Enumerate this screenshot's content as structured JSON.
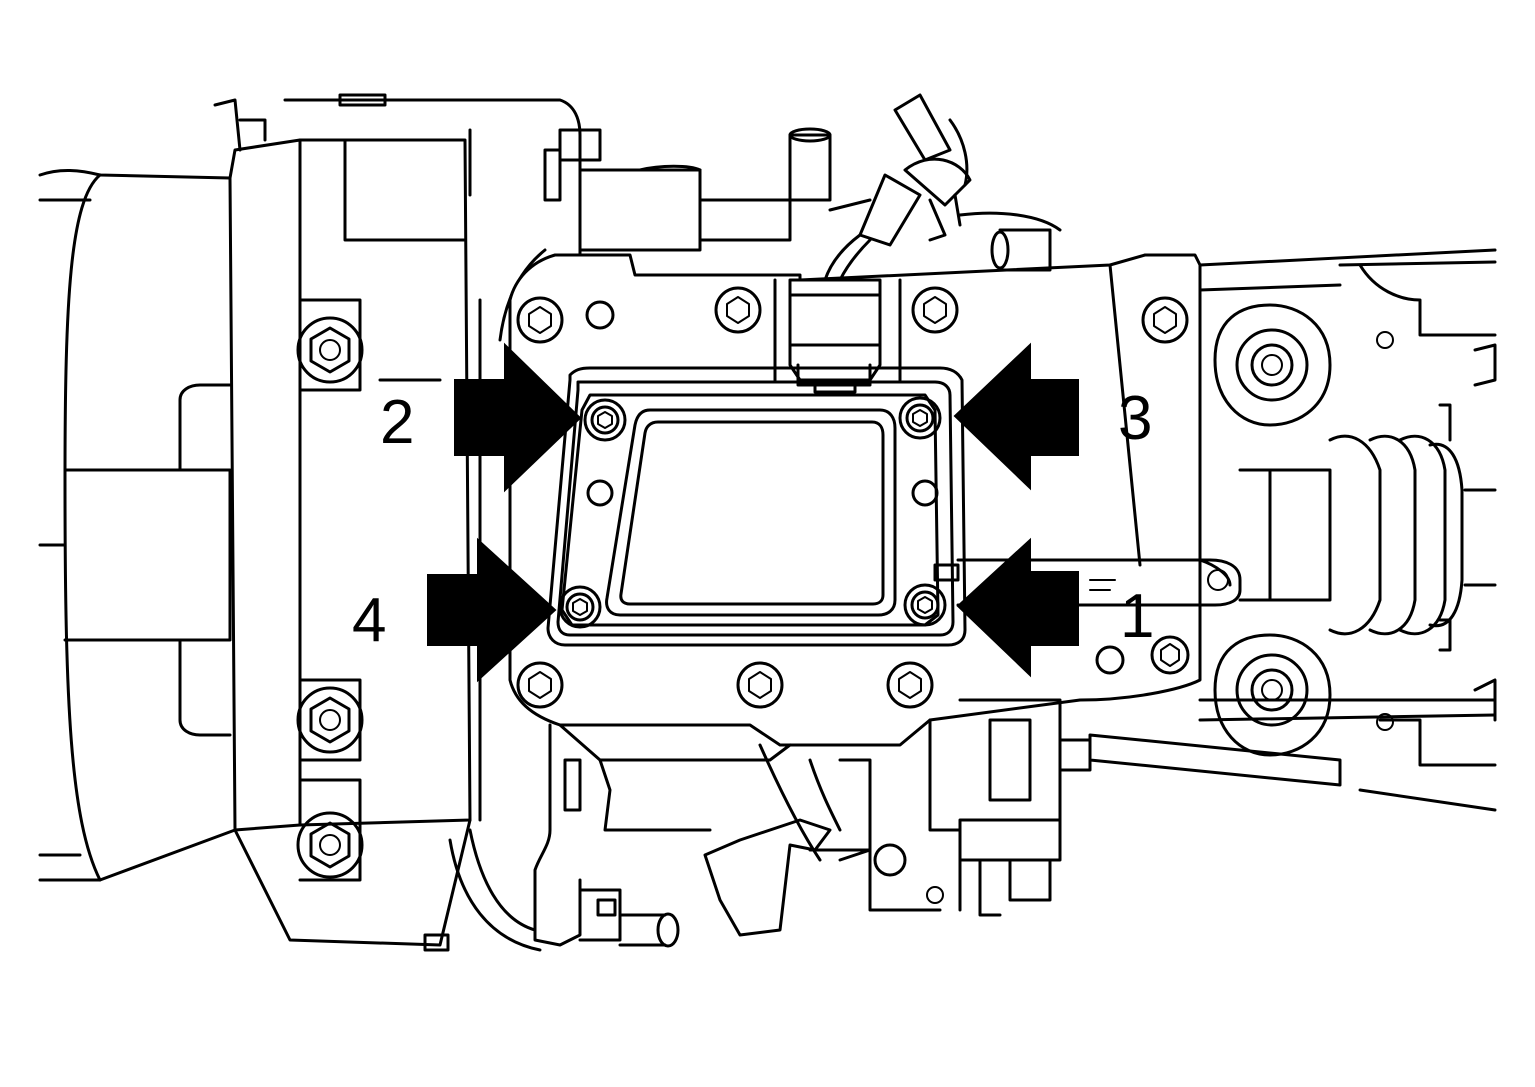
{
  "callouts": {
    "c1": "1",
    "c2": "2",
    "c3": "3",
    "c4": "4"
  },
  "colors": {
    "line": "#000000",
    "background": "#ffffff",
    "arrow_fill": "#000000"
  }
}
